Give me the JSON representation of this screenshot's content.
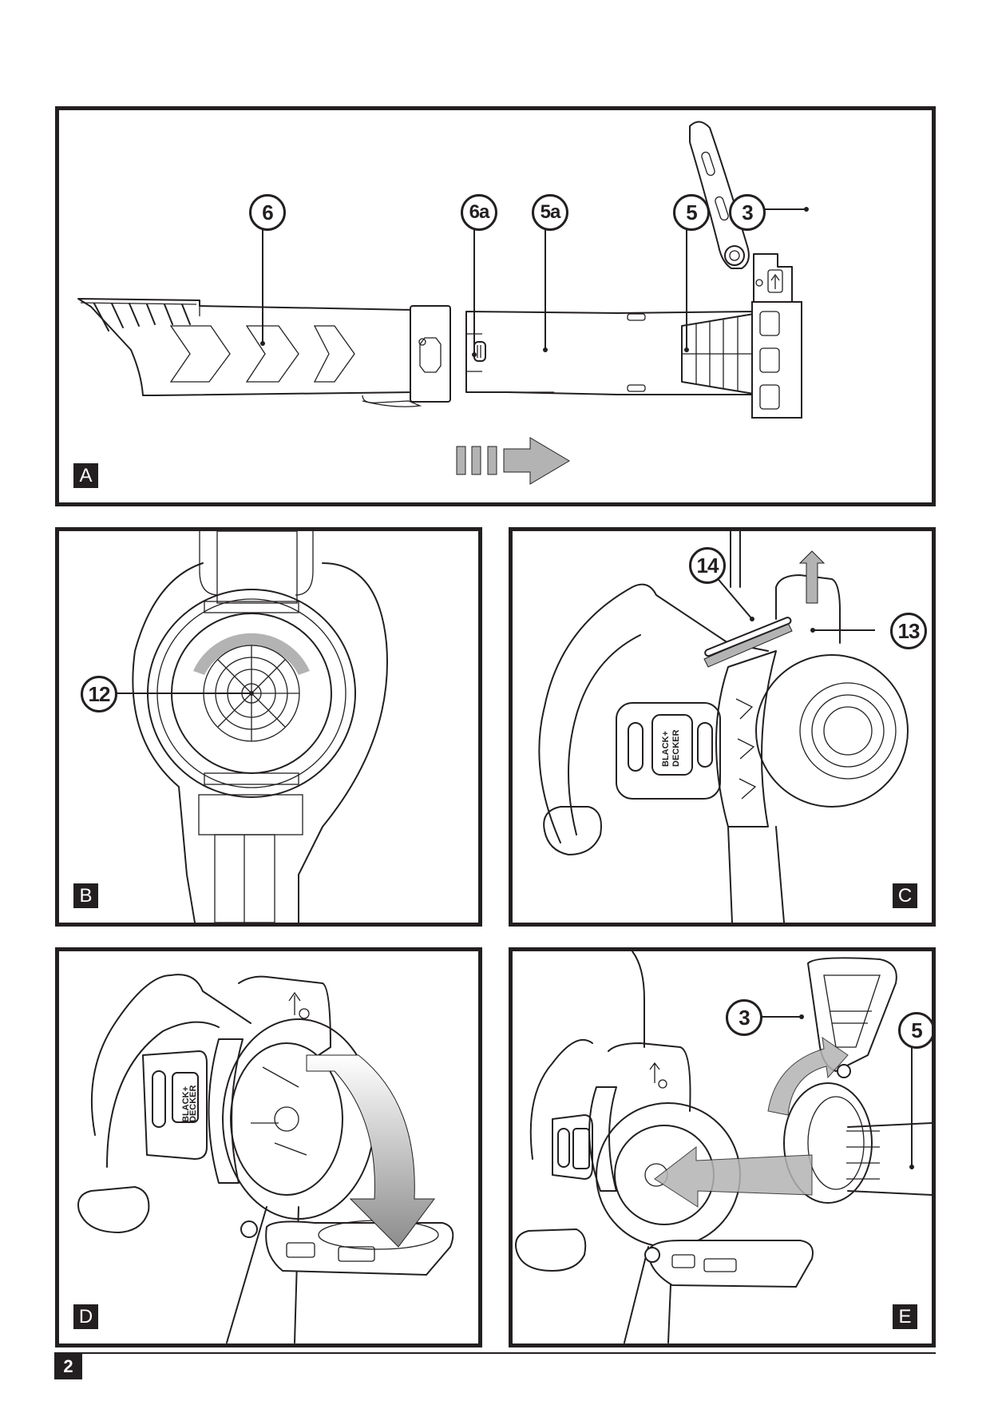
{
  "page": {
    "number": "2"
  },
  "figures": [
    {
      "id": "A",
      "label": "A",
      "callouts": [
        "6",
        "6a",
        "5a",
        "5",
        "3"
      ],
      "arrow": "insert-direction-right"
    },
    {
      "id": "B",
      "label": "B",
      "callouts": [
        "12"
      ]
    },
    {
      "id": "C",
      "label": "C",
      "callouts": [
        "14",
        "13"
      ],
      "brand_text": [
        "BLACK+",
        "DECKER"
      ]
    },
    {
      "id": "D",
      "label": "D",
      "callouts": [],
      "brand_text": [
        "BLACK+",
        "DECKER"
      ],
      "arrow": "rotate-down"
    },
    {
      "id": "E",
      "label": "E",
      "callouts": [
        "3",
        "5"
      ],
      "arrow": "insert-and-rotate"
    }
  ],
  "colors": {
    "ink": "#231f20",
    "arrow_fill": "#b3b3b3",
    "background": "#ffffff"
  }
}
